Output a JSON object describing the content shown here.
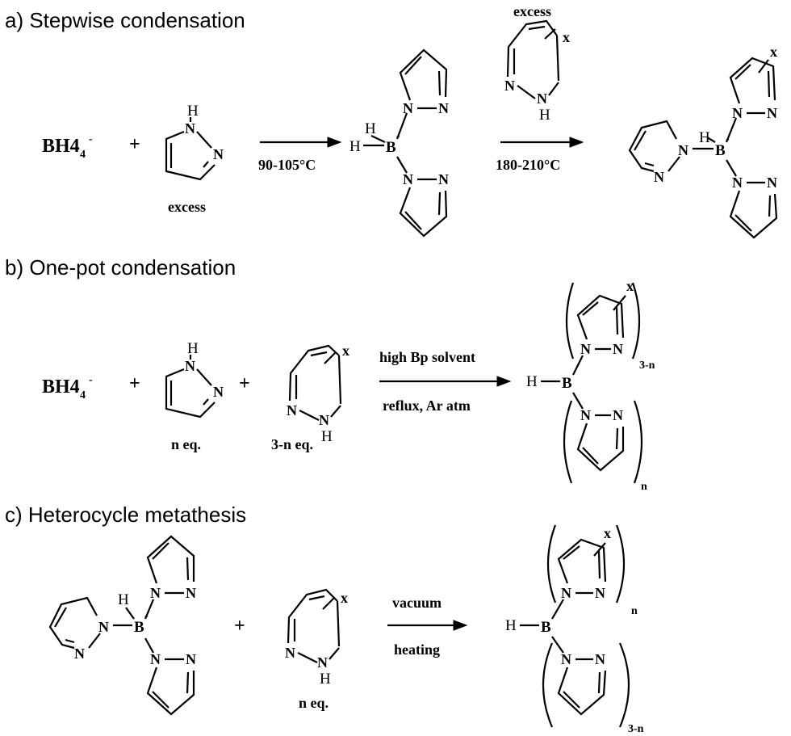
{
  "sections": [
    {
      "label": "a) Stepwise condensation",
      "reactant1": "BH4",
      "reactant1_charge": "-",
      "plus": "+",
      "pyrazole_label": "excess",
      "step1_condition": "90-105°C",
      "step2_reagent_label": "excess",
      "step2_condition": "180-210°C"
    },
    {
      "label": "b) One-pot condensation",
      "reactant1": "BH4",
      "reactant1_charge": "-",
      "plus1": "+",
      "plus2": "+",
      "pyrazole_eq": "n eq.",
      "sub_pyrazole_eq": "3-n eq.",
      "condition_top": "high Bp solvent",
      "condition_bottom": "reflux, Ar atm",
      "subscript_top": "3-n",
      "subscript_bottom": "n"
    },
    {
      "label": "c) Heterocycle metathesis",
      "plus": "+",
      "sub_pyrazole_eq": "n eq.",
      "condition_top": "vacuum",
      "condition_bottom": "heating",
      "subscript_top": "n",
      "subscript_bottom": "3-n"
    }
  ],
  "atoms": {
    "N": "N",
    "H": "H",
    "B": "B",
    "X": "x",
    "minus": "-",
    "four": "4"
  }
}
